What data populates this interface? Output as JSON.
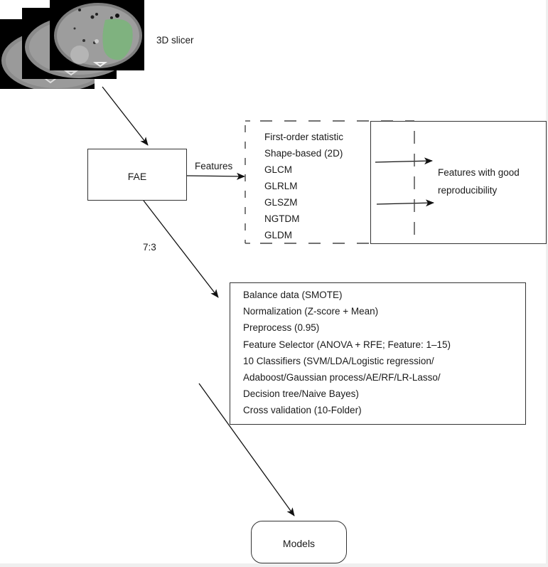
{
  "input": {
    "label": "3D slicer",
    "image": "ct-slice-stack",
    "segmentation_color": "#7fb27f"
  },
  "fae": {
    "label": "FAE",
    "features_edge_label": "Features",
    "split_edge_label": "7:3"
  },
  "feature_classes": [
    "First-order statistic",
    "Shape-based (2D)",
    "GLCM",
    "GLRLM",
    "GLSZM",
    "NGTDM",
    "GLDM"
  ],
  "reproducibility": {
    "label_line1": "Features with good",
    "label_line2": "reproducibility"
  },
  "pipeline_steps": [
    "Balance data (SMOTE)",
    "Normalization (Z-score + Mean)",
    "Preprocess (0.95)",
    "Feature Selector (ANOVA + RFE; Feature: 1–15)",
    "10 Classifiers (SVM/LDA/Logistic regression/",
    "Adaboost/Gaussian process/AE/RF/LR-Lasso/",
    "Decision tree/Naive Bayes)",
    "Cross validation (10-Folder)"
  ],
  "output": {
    "label": "Models"
  }
}
